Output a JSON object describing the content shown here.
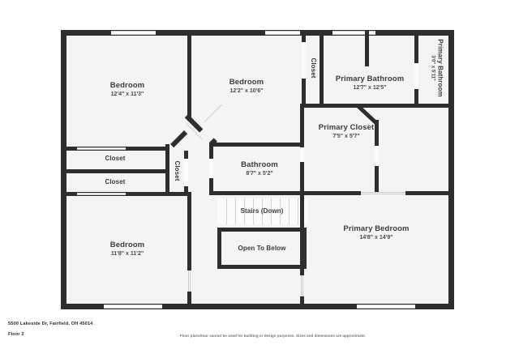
{
  "footer": {
    "address": "5500 Lakeside Dr, Fairfield, OH 45014",
    "floor": "Floor 2",
    "disclaimer": "Floor plans/tour cannot be used for building or design purposes. Sizes and dimensions are approximate."
  },
  "rooms": [
    {
      "id": "bedroom_nw",
      "name": "Bedroom",
      "dim": "12'4\" x 11'3\""
    },
    {
      "id": "bedroom_n",
      "name": "Bedroom",
      "dim": "12'2\" x 10'6\""
    },
    {
      "id": "primary_bathroom",
      "name": "Primary Bathroom",
      "dim": "12'7\" x 12'5\""
    },
    {
      "id": "primary_bath_wc",
      "name": "Primary Bathroom",
      "dim": "3'0\" x 5'11\""
    },
    {
      "id": "primary_closet",
      "name": "Primary Closet",
      "dim": "7'5\" x 5'7\""
    },
    {
      "id": "bathroom",
      "name": "Bathroom",
      "dim": "8'7\" x 5'2\""
    },
    {
      "id": "primary_bedroom",
      "name": "Primary Bedroom",
      "dim": "14'8\" x 14'9\""
    },
    {
      "id": "bedroom_sw",
      "name": "Bedroom",
      "dim": "11'8\" x 11'2\""
    },
    {
      "id": "closet_upper",
      "name": "Closet",
      "dim": ""
    },
    {
      "id": "closet_lower",
      "name": "Closet",
      "dim": ""
    },
    {
      "id": "closet_vert_left",
      "name": "Closet",
      "dim": ""
    },
    {
      "id": "closet_vert_top",
      "name": "Closet",
      "dim": ""
    },
    {
      "id": "stairs",
      "name": "Stairs (Down)",
      "dim": ""
    },
    {
      "id": "open_to_below",
      "name": "Open To Below",
      "dim": ""
    }
  ],
  "colors": {
    "wall": "#2e2e2e",
    "room_fill": "#f4f4f4",
    "text": "#3c3c3c",
    "page_background": "#ffffff"
  }
}
